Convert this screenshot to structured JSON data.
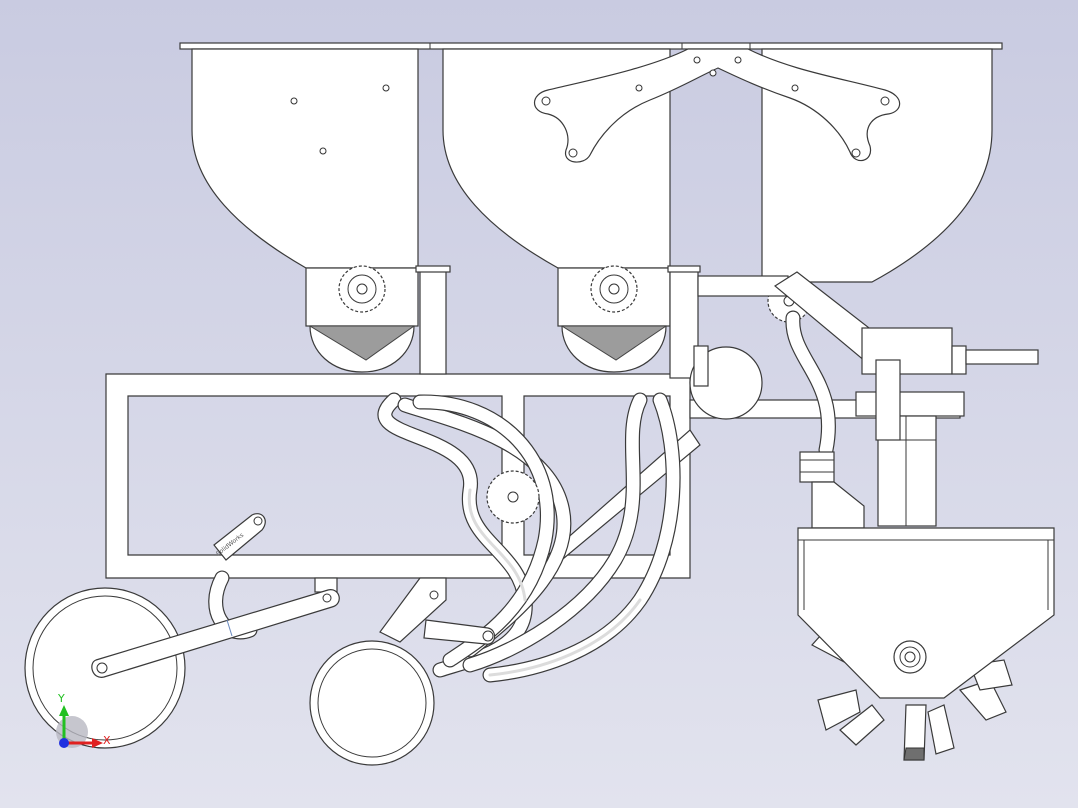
{
  "view": {
    "background_top": "#c9cbe1",
    "background_bottom": "#e2e3ee",
    "part_fill": "#ffffff",
    "edge_color": "#3a3a3a"
  },
  "triad": {
    "x_label": "X",
    "y_label": "Y",
    "x_color": "#e02020",
    "y_color": "#22c022",
    "z_color": "#2030e0"
  },
  "part_engraving": "SolidWorks"
}
